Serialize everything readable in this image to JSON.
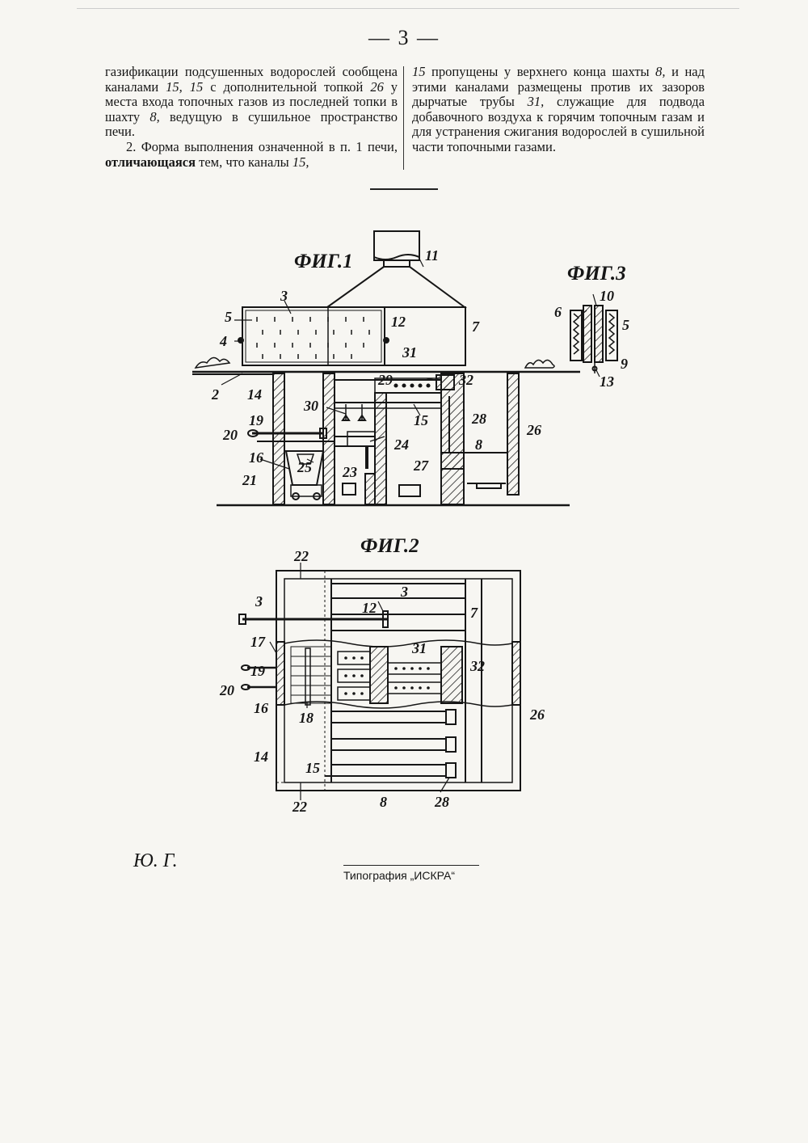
{
  "page": {
    "number": "— 3 —"
  },
  "claims": {
    "left": {
      "p1": [
        {
          "t": "газификации подсушенных водорослей сообщена каналами "
        },
        {
          "t": "15, 15",
          "i": true
        },
        {
          "t": " с дополнительной топкой "
        },
        {
          "t": "26",
          "i": true
        },
        {
          "t": " у места входа топочных газов из последней топки в шахту "
        },
        {
          "t": "8,",
          "i": true
        },
        {
          "t": " ведущую в сушильное пространство печи."
        }
      ],
      "p2": [
        {
          "t": "2. Форма выполнения означенной в п. 1 печи, "
        },
        {
          "t": "отличающаяся",
          "b": true
        },
        {
          "t": " тем, что каналы "
        },
        {
          "t": "15,",
          "i": true
        }
      ]
    },
    "right": {
      "p1": [
        {
          "t": "15",
          "i": true
        },
        {
          "t": " пропущены у верхнего конца шахты "
        },
        {
          "t": "8,",
          "i": true
        },
        {
          "t": " и над этими каналами размещены против их зазоров дырчатые трубы "
        },
        {
          "t": "31,",
          "i": true
        },
        {
          "t": " служащие для подвода добавочного воздуха к горячим топочным газам и для устранения сжигания водорослей в сушильной части топочными газами."
        }
      ]
    }
  },
  "figures": {
    "fig1": {
      "label": "ФИГ.1",
      "callouts": {
        "n2": "2",
        "n3": "3",
        "n4": "4",
        "n5": "5",
        "n7": "7",
        "n8": "8",
        "n11": "11",
        "n12": "12",
        "n14": "14",
        "n15": "15",
        "n16": "16",
        "n19": "19",
        "n20": "20",
        "n21": "21",
        "n23": "23",
        "n24": "24",
        "n25": "25",
        "n26": "26",
        "n27": "27",
        "n28": "28",
        "n29": "29",
        "n30": "30",
        "n31": "31",
        "n32": "32"
      }
    },
    "fig2": {
      "label": "ФИГ.2",
      "callouts": {
        "n3a": "3",
        "n3b": "3",
        "n7": "7",
        "n8": "8",
        "n12": "12",
        "n14": "14",
        "n15": "15",
        "n16": "16",
        "n17": "17",
        "n18": "18",
        "n19": "19",
        "n20": "20",
        "n22a": "22",
        "n22b": "22",
        "n26": "26",
        "n28": "28",
        "n31": "31",
        "n32": "32"
      }
    },
    "fig3": {
      "label": "ФИГ.3",
      "callouts": {
        "n5": "5",
        "n6": "6",
        "n9": "9",
        "n10": "10",
        "n13": "13"
      }
    }
  },
  "footer": {
    "initials": "Ю. Г.",
    "printer": "Типография „ИСКРА“"
  }
}
